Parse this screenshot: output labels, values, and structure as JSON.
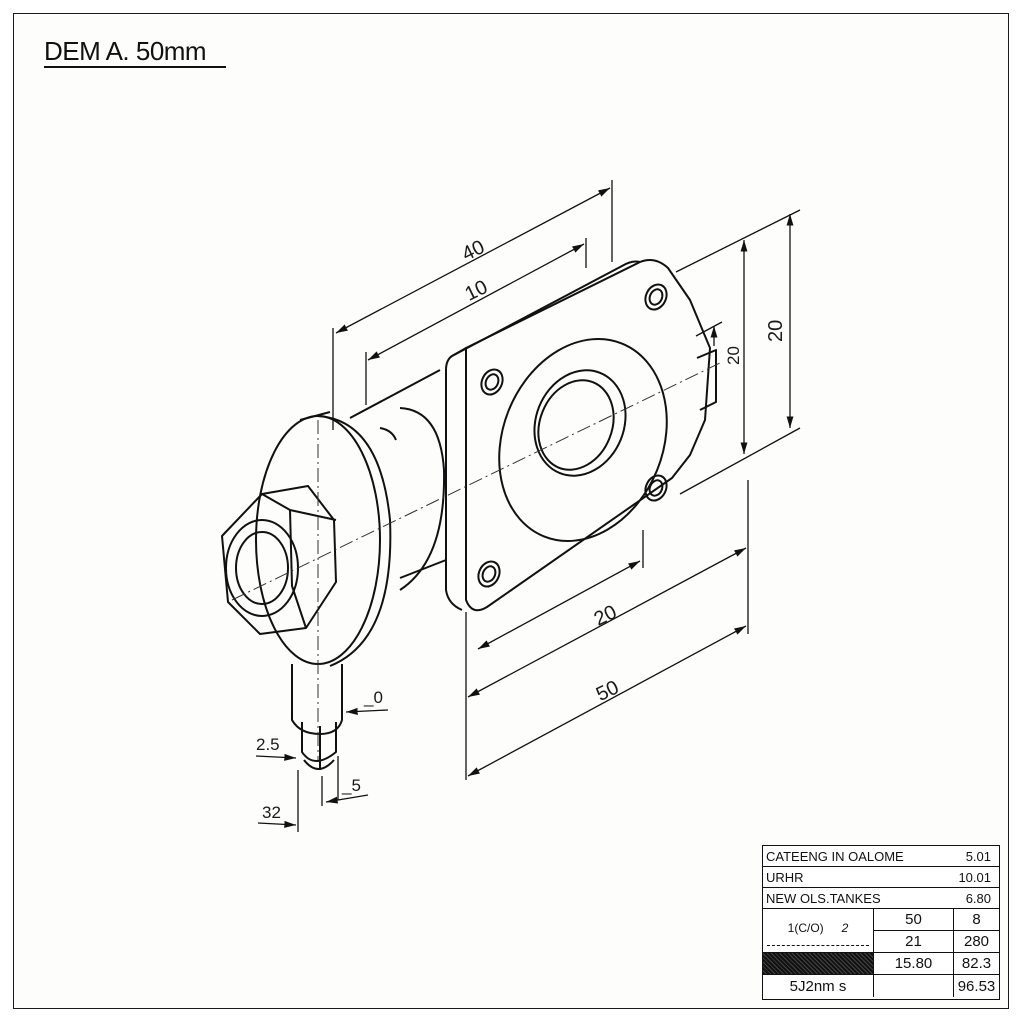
{
  "header": {
    "title": "DEM A. 50mm"
  },
  "drawing": {
    "type": "isometric technical drawing",
    "subject": "flanged pipe fitting with hex nut and square mounting flange",
    "dimensions": {
      "overall_length_top": "40",
      "body_length_top": "10",
      "flange_height_outer": "20",
      "flange_step_height": "20",
      "flange_width": "20",
      "overall_base_length": "50",
      "stem_top_offset": "_0",
      "stem_tip_radius": "2.5",
      "stem_tip_width": "_5",
      "stem_overall": "32"
    }
  },
  "title_block": {
    "rows": [
      {
        "label": "CATEENG IN OALOME",
        "value": "5.01"
      },
      {
        "label": "URHR",
        "value": "10.01"
      },
      {
        "label": "NEW OLS.TANKES",
        "value": "6.80"
      }
    ],
    "symbol_cell": {
      "label": "1(C/O)",
      "side_mark": "2"
    },
    "grid": [
      {
        "col_a": "50",
        "col_b": "8"
      },
      {
        "col_a": "21",
        "col_b": "280"
      },
      {
        "col_a": "15.80",
        "col_b": "82.3"
      },
      {
        "col_a": "",
        "col_b": "96.53"
      }
    ],
    "footer_label": "5J2nm s"
  }
}
